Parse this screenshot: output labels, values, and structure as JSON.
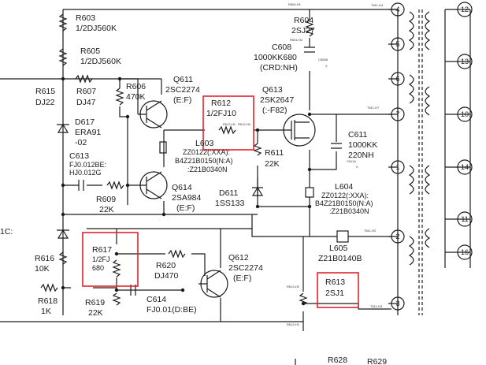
{
  "components": {
    "r603": {
      "ref": "R603",
      "val": "1/2DJ560K"
    },
    "r605": {
      "ref": "R605",
      "val": "1/2DJ560K"
    },
    "r615": {
      "ref": "R615",
      "val": "DJ22"
    },
    "r607": {
      "ref": "R607",
      "val": "DJ47"
    },
    "r606": {
      "ref": "R606",
      "val": "470K"
    },
    "q611": {
      "ref": "Q611",
      "val": "2SC2274",
      "val2": "(E:F)"
    },
    "d617": {
      "ref": "D617",
      "val": "ERA91",
      "val2": "-02"
    },
    "c613": {
      "ref": "C613",
      "val": "FJ0.012BE:",
      "val2": "HJ0.012G"
    },
    "r609": {
      "ref": "R609",
      "val": "22K"
    },
    "q614": {
      "ref": "Q614",
      "val": "2SA984",
      "val2": "(E:F)"
    },
    "r612": {
      "ref": "R612",
      "val": "1/2FJ10"
    },
    "l603": {
      "ref": "L603",
      "val": "ZZ0122(:XXA):",
      "val2": "B4Z21B0150(N:A)",
      "val3": ":Z21B0340N"
    },
    "r604": {
      "ref": "R604",
      "val": "2SJ27"
    },
    "c608": {
      "ref": "C608",
      "val": "1000KK680",
      "val2": "(CRD:NH)"
    },
    "q613": {
      "ref": "Q613",
      "val": "2SK2647",
      "val2": "(:-F82)"
    },
    "r611": {
      "ref": "R611",
      "val": "22K"
    },
    "c611": {
      "ref": "C611",
      "val": "1000KK",
      "val2": "220NH"
    },
    "d611": {
      "ref": "D611",
      "val": "1SS133"
    },
    "l604": {
      "ref": "L604",
      "val": "ZZ0122(:XXA):",
      "val2": "B4Z21B0150(N:A)",
      "val3": ":Z21B0340N"
    },
    "l605": {
      "ref": "L605",
      "val": "Z21B0140B"
    },
    "r616": {
      "ref": "R616",
      "val": "10K"
    },
    "r617": {
      "ref": "R617",
      "val": "1/2FJ",
      "val2": "680"
    },
    "r620": {
      "ref": "R620",
      "val": "DJ470"
    },
    "q612": {
      "ref": "Q612",
      "val": "2SC2274",
      "val2": "(E:F)"
    },
    "r613": {
      "ref": "R613",
      "val": "2SJ1"
    },
    "r618": {
      "ref": "R618",
      "val": "1K"
    },
    "r619": {
      "ref": "R619",
      "val": "22K"
    },
    "c614": {
      "ref": "C614",
      "val": "FJ0.01(D:BE)"
    },
    "r628": {
      "ref": "R628"
    },
    "r629": {
      "ref": "R629"
    }
  },
  "edge_text": {
    "left_fragment": "1C:"
  },
  "testpoints": {
    "t611h4": "T611-H4",
    "t611h7": "T611-H7",
    "t611h2": "T611-H2",
    "t611h3": "T611-H3",
    "r604h1": "R604-H1",
    "r604h2": "R604-H2",
    "r612h1": "R612-H1",
    "r612h2": "R612-H2",
    "r613h2": "R613-H2",
    "r613h1": "R613-H1",
    "c608a": "C608A",
    "c608a_x": "X",
    "c611a": "C611A",
    "c611a_x": "X"
  },
  "transformer_pins": {
    "left": [
      "4",
      "5",
      "6",
      "7",
      "1",
      "2",
      "3"
    ],
    "right": [
      "12",
      "13",
      "10",
      "14",
      "11",
      "16"
    ]
  },
  "colors": {
    "wire": "#1a1a1a",
    "highlight": "#e0242c"
  }
}
